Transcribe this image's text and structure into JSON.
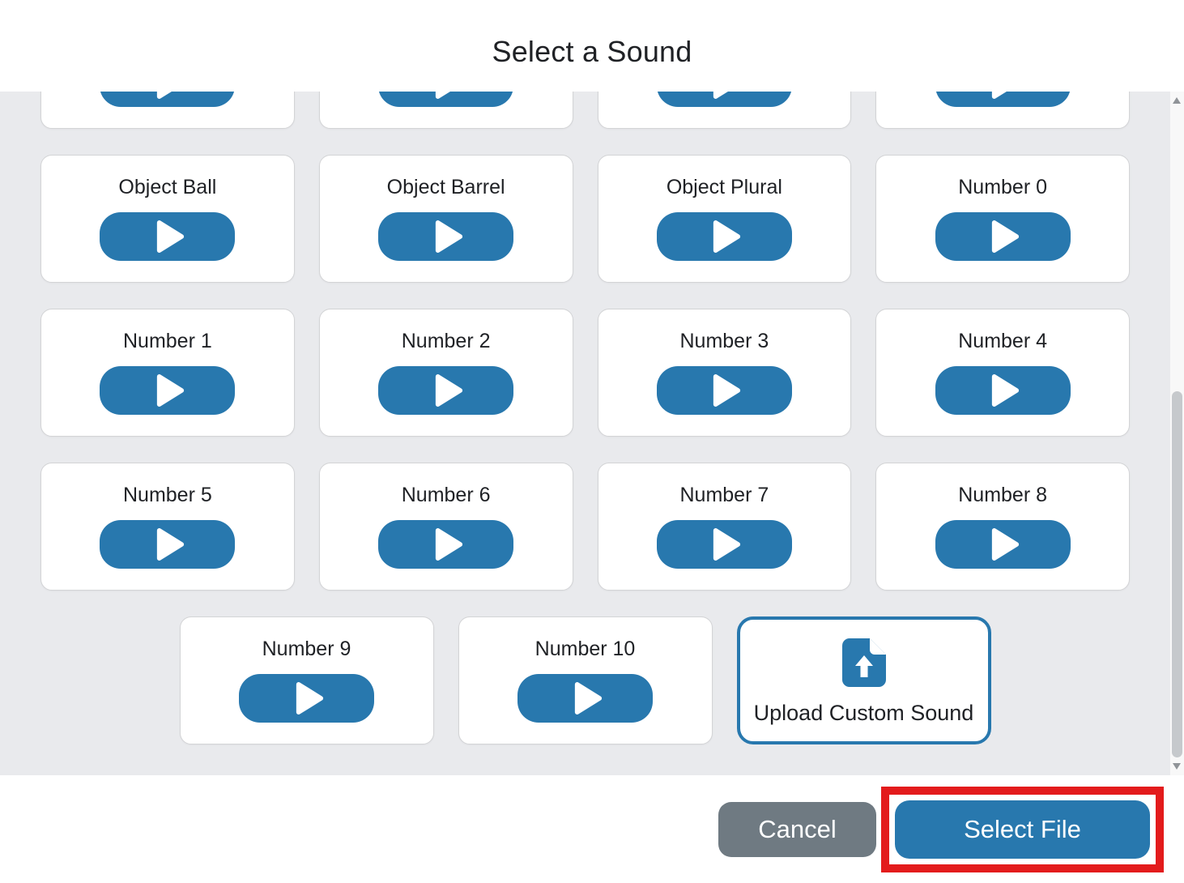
{
  "dialog": {
    "title": "Select a Sound"
  },
  "grid": {
    "partial_row_count": 4,
    "rows": [
      [
        "Object Ball",
        "Object Barrel",
        "Object Plural",
        "Number 0"
      ],
      [
        "Number 1",
        "Number 2",
        "Number 3",
        "Number 4"
      ],
      [
        "Number 5",
        "Number 6",
        "Number 7",
        "Number 8"
      ]
    ],
    "last_row": [
      "Number 9",
      "Number 10"
    ],
    "upload": {
      "label": "Upload Custom Sound",
      "icon": "file-upload-icon"
    }
  },
  "footer": {
    "cancel_label": "Cancel",
    "select_file_label": "Select File"
  },
  "annotation": {
    "shape": "rectangle",
    "color": "#e31b1c",
    "target": "select-file-button"
  },
  "icons": {
    "play": "play-icon",
    "upload": "file-upload-icon",
    "scroll_up": "scroll-up-arrow-icon",
    "scroll_down": "scroll-down-arrow-icon"
  },
  "colors": {
    "accent_blue": "#2878ae",
    "cancel_gray": "#6f7a82",
    "grid_background": "#e9eaed",
    "annotation_red": "#e31b1c",
    "card_background": "#ffffff"
  },
  "scrollbar": {
    "orientation": "vertical"
  }
}
